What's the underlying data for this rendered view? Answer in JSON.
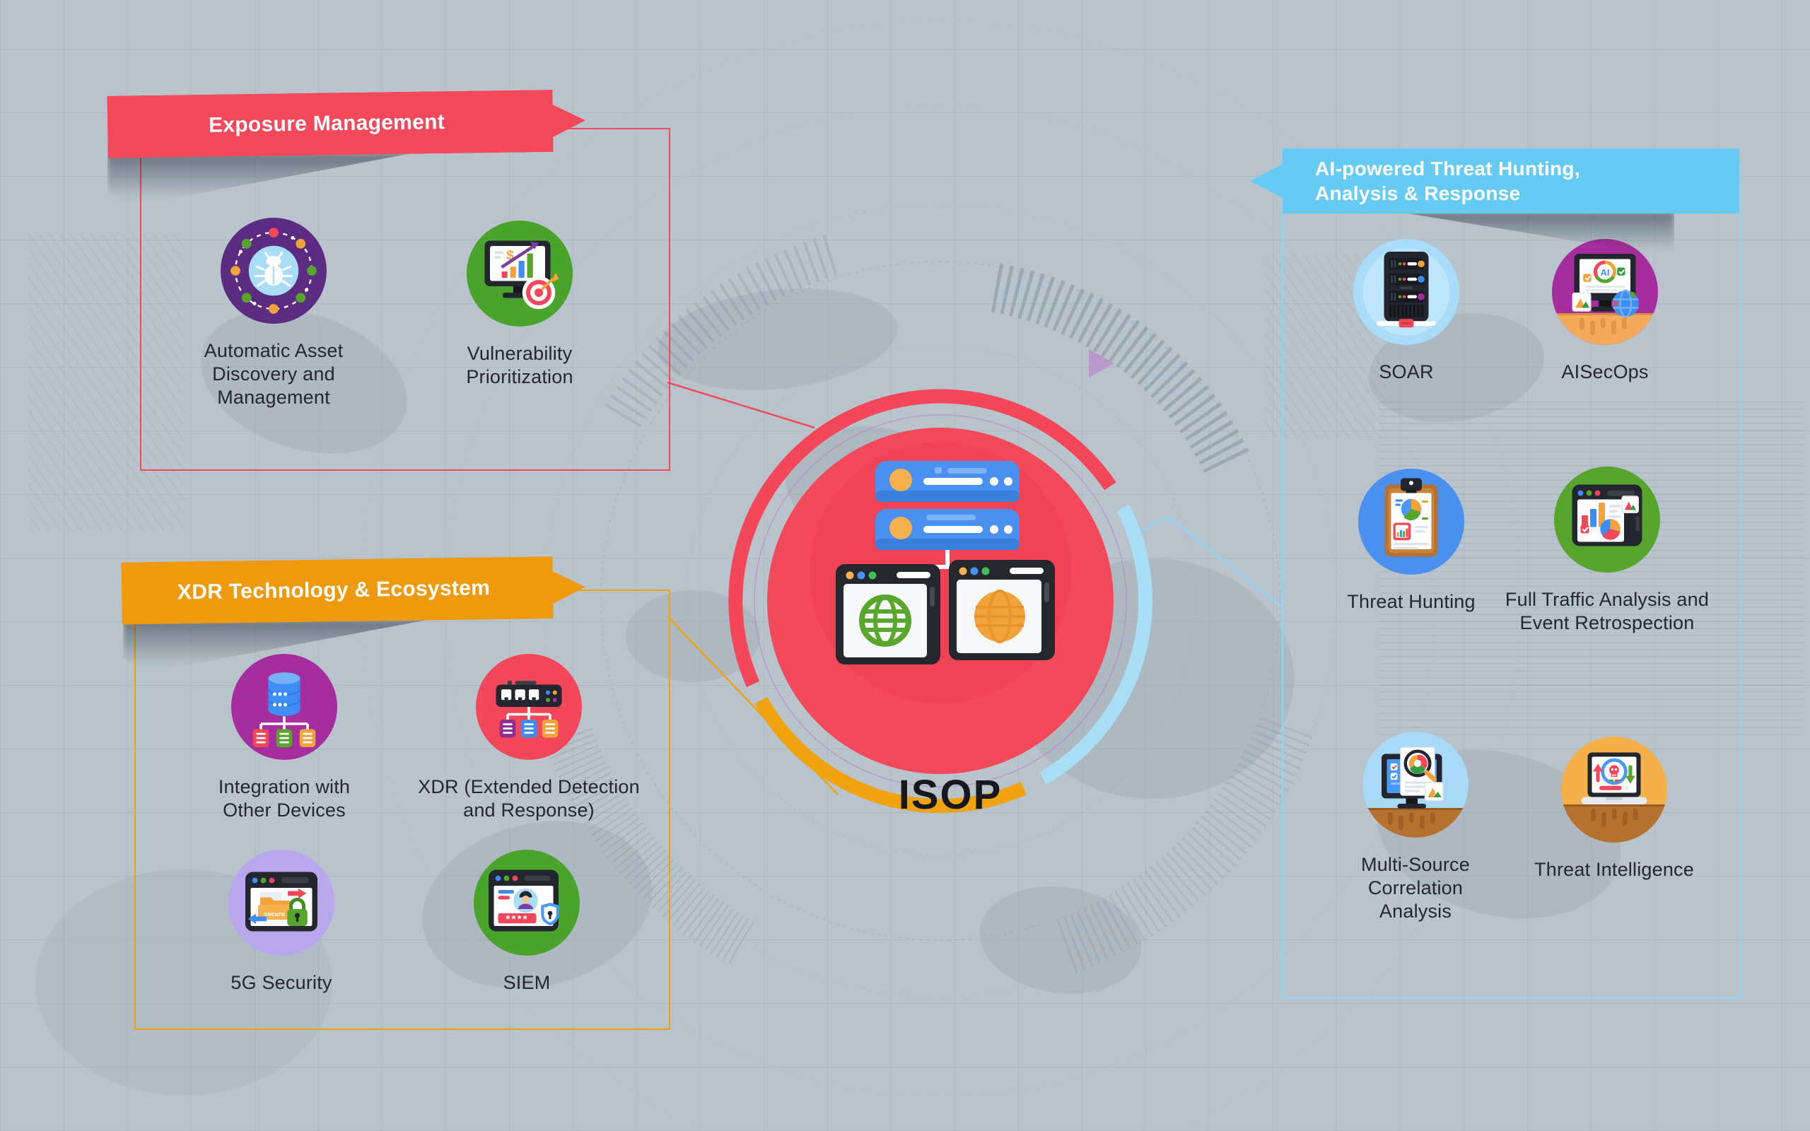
{
  "center": {
    "label": "ISOP",
    "disc_color": "#f4495b",
    "ring": {
      "red": "#f4485a",
      "blue": "#a9def7",
      "orange": "#f0a30f"
    }
  },
  "background": {
    "base": "#b8c3cb",
    "grid": "#94a1ac",
    "map": "#9aa7b2"
  },
  "sections": [
    {
      "id": "exposure",
      "title": "Exposure Management",
      "accent": "#f4495a",
      "items": [
        {
          "label": "Automatic Asset Discovery and Management",
          "icon": "bug-network-icon",
          "circle": "#5b2c82"
        },
        {
          "label": "Vulnerability Prioritization",
          "icon": "chart-target-icon",
          "circle": "#4aa32a"
        }
      ]
    },
    {
      "id": "xdr",
      "title": "XDR Technology & Ecosystem",
      "accent": "#f0a10e",
      "items": [
        {
          "label": "Integration with Other Devices",
          "icon": "database-devices-icon",
          "circle": "#a62d9d"
        },
        {
          "label": "XDR (Extended Detection and Response)",
          "icon": "network-switch-icon",
          "circle": "#f4475a"
        },
        {
          "label": "5G Security",
          "icon": "secure-browser-icon",
          "circle": "#b9a7ee",
          "icon_text": "secure"
        },
        {
          "label": "SIEM",
          "icon": "login-shield-icon",
          "circle": "#4aa42b",
          "icon_text": "****"
        }
      ]
    },
    {
      "id": "ai",
      "title_line1": "AI-powered Threat Hunting,",
      "title_line2": "Analysis & Response",
      "accent": "#66cbf4",
      "items": [
        {
          "label": "SOAR",
          "icon": "server-rack-icon",
          "circle": "#a8dcf8"
        },
        {
          "label": "AISecOps",
          "icon": "ai-monitor-icon",
          "circle": "#a62d9d",
          "icon_text": "AI"
        },
        {
          "label": "Threat Hunting",
          "icon": "clipboard-report-icon",
          "circle": "#4a90ee"
        },
        {
          "label": "Full Traffic Analysis and Event Retrospection",
          "icon": "traffic-browser-icon",
          "circle": "#57a52c"
        },
        {
          "label": "Multi-Source Correlation Analysis",
          "icon": "monitor-magnifier-icon",
          "circle": "#a8d9f7"
        },
        {
          "label": "Threat Intelligence",
          "icon": "laptop-skull-icon",
          "circle": "#f5b04a"
        }
      ]
    }
  ]
}
